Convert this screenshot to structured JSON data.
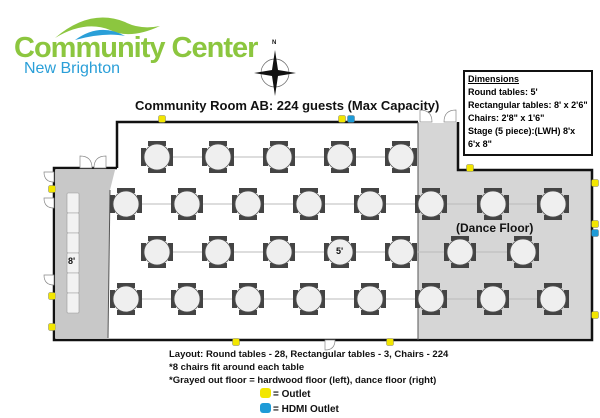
{
  "logo": {
    "name": "Community Center",
    "location": "New Brighton"
  },
  "compass": {
    "north_label": "N"
  },
  "title": "Community Room AB: 224 guests (Max Capacity)",
  "dimensions": {
    "heading": "Dimensions",
    "lines": [
      "Round tables: 5'",
      "Rectangular tables: 8' x 2'6\"",
      "Chairs: 2'8\" x 1'6\"",
      "Stage (5 piece):(LWH) 8'x 6'x 8\""
    ]
  },
  "labels": {
    "dance_floor": "(Dance Floor)",
    "round_table_size": "5'",
    "stage_size": "8'"
  },
  "notes": [
    "Layout: Round tables - 28, Rectangular tables - 3, Chairs - 224",
    "*8 chairs fit around each table",
    "*Grayed out floor = hardwood floor (left), dance floor (right)"
  ],
  "legend": [
    {
      "label": "= Outlet",
      "color": "#f2e600"
    },
    {
      "label": "= HDMI Outlet",
      "color": "#1e9bd7"
    }
  ],
  "colors": {
    "hardwood_floor": "#c8c8c8",
    "dance_floor": "#d6d6d6",
    "wall": "#111111",
    "table": "#efefef",
    "chair": "#444444"
  }
}
